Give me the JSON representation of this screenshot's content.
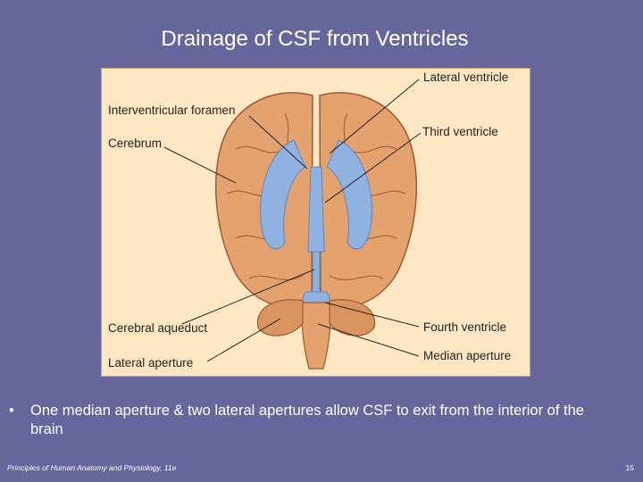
{
  "slide": {
    "title": "Drainage of CSF from Ventricles",
    "bullet_marker": "•",
    "bullet_text": "One median aperture & two lateral apertures allow CSF to exit from the interior of the brain",
    "footer": "Principles of Human Anatomy and Physiology, 11e",
    "page_number": "15"
  },
  "figure": {
    "labels": {
      "lateral_ventricle": "Lateral ventricle",
      "interventricular_foramen": "Interventricular foramen",
      "third_ventricle": "Third ventricle",
      "cerebrum": "Cerebrum",
      "cerebral_aqueduct": "Cerebral aqueduct",
      "fourth_ventricle": "Fourth ventricle",
      "lateral_aperture": "Lateral aperture",
      "median_aperture": "Median aperture"
    },
    "colors": {
      "background": "#ffe7c3",
      "brain": "#e3a26e",
      "ventricle": "#8fb2e0",
      "sulci": "#9c5a32"
    }
  }
}
